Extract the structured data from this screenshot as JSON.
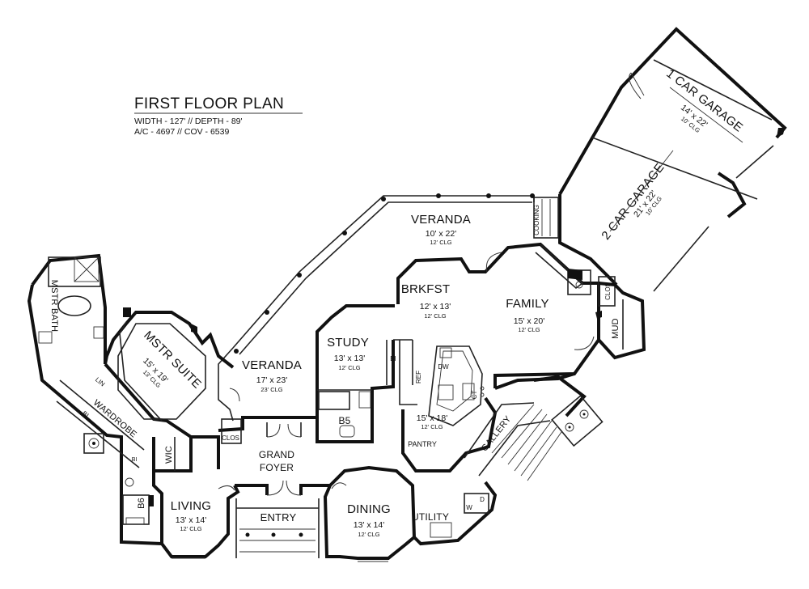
{
  "title_block": {
    "title": "FIRST FLOOR PLAN",
    "line1": "WIDTH - 127' // DEPTH - 89'",
    "line2": "A/C - 4697 // COV - 6539"
  },
  "rooms": {
    "garage1": {
      "name": "1 CAR GARAGE",
      "dim": "14' x 22'",
      "clg": "10' CLG"
    },
    "garage2": {
      "name": "2 CAR GARAGE",
      "dim": "21' x 22'",
      "clg": "10' CLG"
    },
    "veranda_top": {
      "name": "VERANDA",
      "dim": "10' x 22'",
      "clg": "12' CLG"
    },
    "brkfst": {
      "name": "BRKFST",
      "dim": "12' x 13'",
      "clg": "12' CLG"
    },
    "family": {
      "name": "FAMILY",
      "dim": "15' x 20'",
      "clg": "12' CLG"
    },
    "mstr_suite": {
      "name": "MSTR SUITE",
      "dim": "15' x 19'",
      "clg": "13' CLG"
    },
    "mstr_bath": {
      "name": "MSTR BATH"
    },
    "veranda_left": {
      "name": "VERANDA",
      "dim": "17' x 23'",
      "clg": "23' CLG"
    },
    "study": {
      "name": "STUDY",
      "dim": "13' x 13'",
      "clg": "12' CLG"
    },
    "kitchen": {
      "dim": "15' x 18'",
      "clg": "12' CLG"
    },
    "b5": {
      "name": "B5"
    },
    "grand_foyer": {
      "name1": "GRAND",
      "name2": "FOYER"
    },
    "living": {
      "name": "LIVING",
      "dim": "13' x 14'",
      "clg": "12' CLG"
    },
    "entry": {
      "name": "ENTRY"
    },
    "dining": {
      "name": "DINING",
      "dim": "13' x 14'",
      "clg": "12' CLG"
    },
    "utility": {
      "name": "UTILITY"
    },
    "gallery": {
      "name": "GALLERY"
    },
    "wardrobe": {
      "name": "WARDROBE"
    },
    "wic": {
      "name": "WIC"
    },
    "b6": {
      "name": "B6"
    },
    "mud": {
      "name": "MUD"
    },
    "pantry": {
      "name": "PANTRY"
    }
  },
  "fixtures": {
    "cooking": "COOKING",
    "clos1": "CLOS",
    "clos2": "CLOS",
    "dw": "DW",
    "ref": "REF",
    "bi": "BI",
    "ct": "CT",
    "lin": "LIN",
    "bi_wardrobe": "BI",
    "w": "W",
    "d": "D",
    "bi_small": "BI"
  }
}
